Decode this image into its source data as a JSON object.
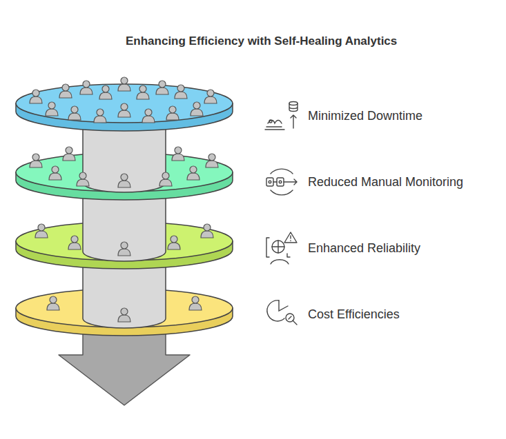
{
  "diagram": {
    "title": "Enhancing Efficiency with Self-Healing Analytics",
    "labels": [
      "Minimized Downtime",
      "Reduced Manual Monitoring",
      "Enhanced Reliability",
      "Cost Efficiencies"
    ]
  }
}
